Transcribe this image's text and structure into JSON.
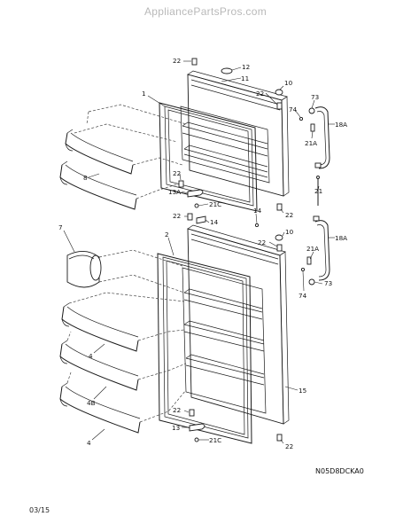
{
  "header": {
    "site": "AppliancePartsPros.com"
  },
  "diagram": {
    "code": "N05D8DCKA0",
    "date": "03/15",
    "callouts": {
      "c22a": "22",
      "c12": "12",
      "c11": "11",
      "c10a": "10",
      "c22b": "22",
      "c73a": "73",
      "c1": "1",
      "c74a": "74",
      "c18Aa": "18A",
      "c21Aa": "21A",
      "c8": "8",
      "c22c": "22",
      "c13A": "13A",
      "c21Ca": "21C",
      "c21": "21",
      "c22d": "22",
      "c14a": "14",
      "c14b": "14",
      "c22e": "22",
      "c18Ab": "18A",
      "c10b": "10",
      "c7": "7",
      "c2": "2",
      "c22f": "22",
      "c21Ab": "21A",
      "c73b": "73",
      "c74b": "74",
      "c4a": "4",
      "c4B": "4B",
      "c15": "15",
      "c22g": "22",
      "c13": "13",
      "c21Cb": "21C",
      "c22h": "22",
      "c4b": "4"
    }
  }
}
